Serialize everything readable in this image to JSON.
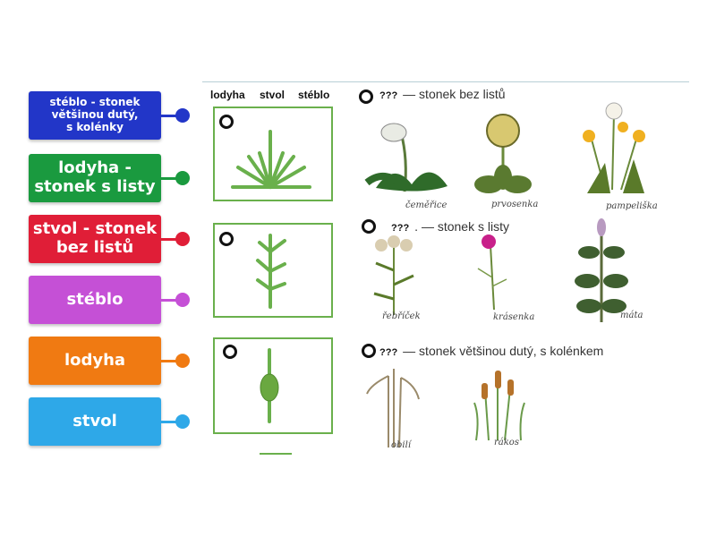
{
  "tiles": [
    {
      "label": "stéblo - stonek\nvětšinou dutý,\ns kolénky",
      "color": "#2236c8",
      "size": "small"
    },
    {
      "label": "lodyha -\nstonek s listy",
      "color": "#1a9a3f",
      "size": "large"
    },
    {
      "label": "stvol - stonek\nbez listů",
      "color": "#e01e37",
      "size": "large"
    },
    {
      "label": "stéblo",
      "color": "#c550d6",
      "size": "large"
    },
    {
      "label": "lodyha",
      "color": "#f07a12",
      "size": "large"
    },
    {
      "label": "stvol",
      "color": "#2ea8e8",
      "size": "large"
    }
  ],
  "header": {
    "col1": "lodyha",
    "col2": "stvol",
    "col3": "stéblo"
  },
  "rows": [
    {
      "marks": "???",
      "text": "— stonek bez listů",
      "dot_sep": ""
    },
    {
      "marks": "???",
      "text": "— stonek s listy",
      "dot_sep": "."
    },
    {
      "marks": "???",
      "text": "— stonek většinou dutý, s kolénkem",
      "dot_sep": ""
    }
  ],
  "plants": {
    "p1": "čeměřice",
    "p2": "prvosenka",
    "p3": "pampeliška",
    "p4": "řebříček",
    "p5": "krásenka",
    "p6": "máta",
    "p7": "obilí",
    "p8": "rákos"
  },
  "colors": {
    "box_border": "#6ab04c",
    "divider": "#b8cfd6"
  }
}
